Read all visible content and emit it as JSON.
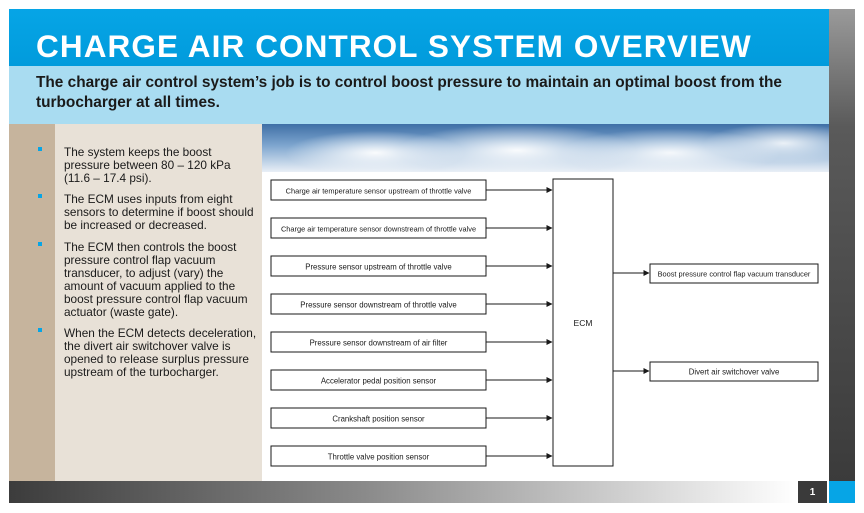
{
  "header": {
    "title": "CHARGE AIR CONTROL SYSTEM OVERVIEW",
    "subtitle": "The charge air control system’s job is to control boost pressure to maintain an optimal boost from the turbocharger at all times."
  },
  "bullets": [
    "The system keeps the boost pressure between 80 – 120 kPa (11.6 – 17.4 psi).",
    "The ECM uses inputs from eight sensors to determine if boost should be increased or decreased.",
    "The ECM then controls the boost pressure control flap vacuum transducer, to adjust (vary) the amount of vacuum applied to the boost pressure control flap vacuum actuator (waste gate).",
    "When the ECM detects deceleration, the divert air switchover valve is opened to release surplus pressure upstream of the turbocharger."
  ],
  "diagram": {
    "inputs": [
      "Charge air temperature sensor upstream of throttle valve",
      "Charge air temperature sensor downstream of throttle valve",
      "Pressure sensor upstream of throttle valve",
      "Pressure sensor downstream of throttle valve",
      "Pressure sensor downstream of air filter",
      "Accelerator pedal position sensor",
      "Crankshaft position sensor",
      "Throttle valve position sensor"
    ],
    "ecm_label": "ECM",
    "outputs": [
      "Boost pressure control flap vacuum transducer",
      "Divert air switchover valve"
    ]
  },
  "footer": {
    "page_number": "1"
  },
  "colors": {
    "accent_blue": "#06a5e6",
    "subtitle_band": "#a9dcf1",
    "left_panel": "#e8e1d7",
    "left_stripe": "#c6b49d"
  }
}
